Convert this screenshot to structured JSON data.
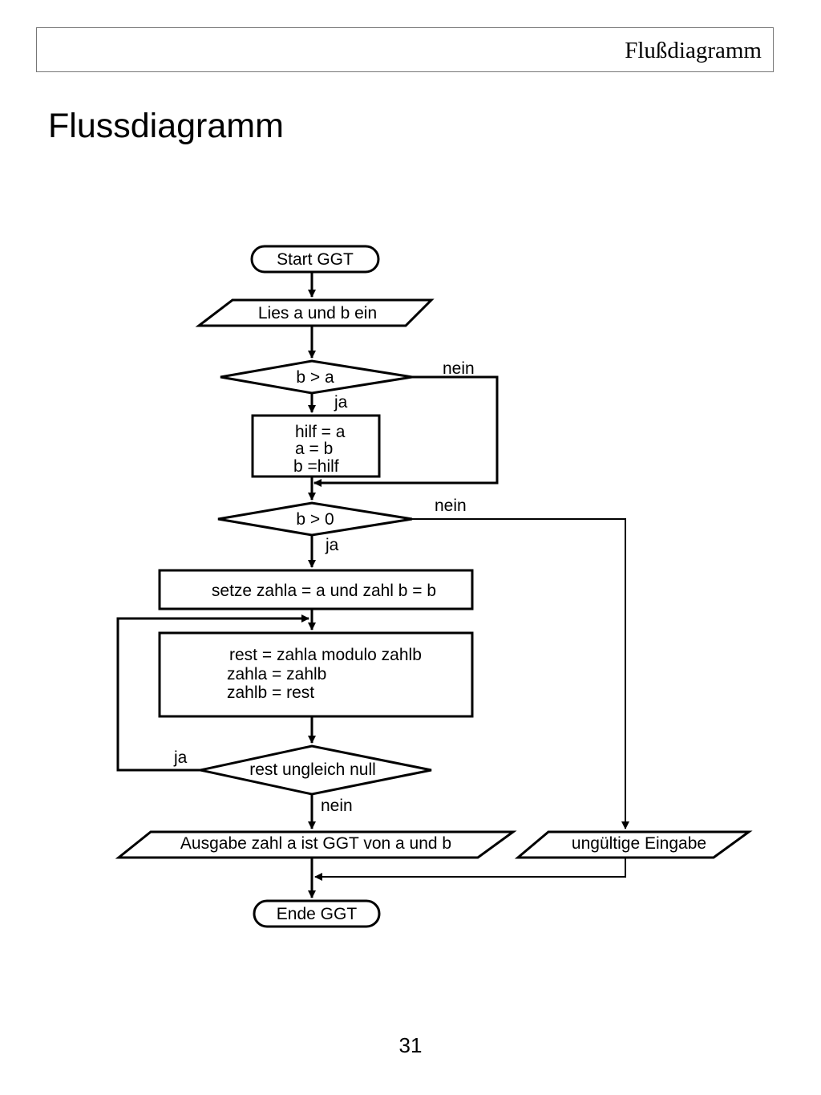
{
  "header": {
    "label": "Flußdiagramm"
  },
  "title": "Flussdiagramm",
  "page_number": "31",
  "flowchart": {
    "start": "Start GGT",
    "input": "Lies a und b ein",
    "cond1": "b > a",
    "cond1_no": "nein",
    "cond1_yes": "ja",
    "swap": [
      "hilf = a",
      "a = b",
      "b =hilf"
    ],
    "cond2": "b > 0",
    "cond2_no": "nein",
    "cond2_yes": "ja",
    "init": "setze zahla = a und zahl b = b",
    "loop_body": [
      "rest = zahla modulo zahlb",
      "zahla = zahlb",
      "zahlb = rest"
    ],
    "cond3": "rest ungleich null",
    "cond3_yes": "ja",
    "cond3_no": "nein",
    "output": "Ausgabe zahl a ist GGT von a und b",
    "invalid": "ungültige Eingabe",
    "end": "Ende GGT"
  }
}
